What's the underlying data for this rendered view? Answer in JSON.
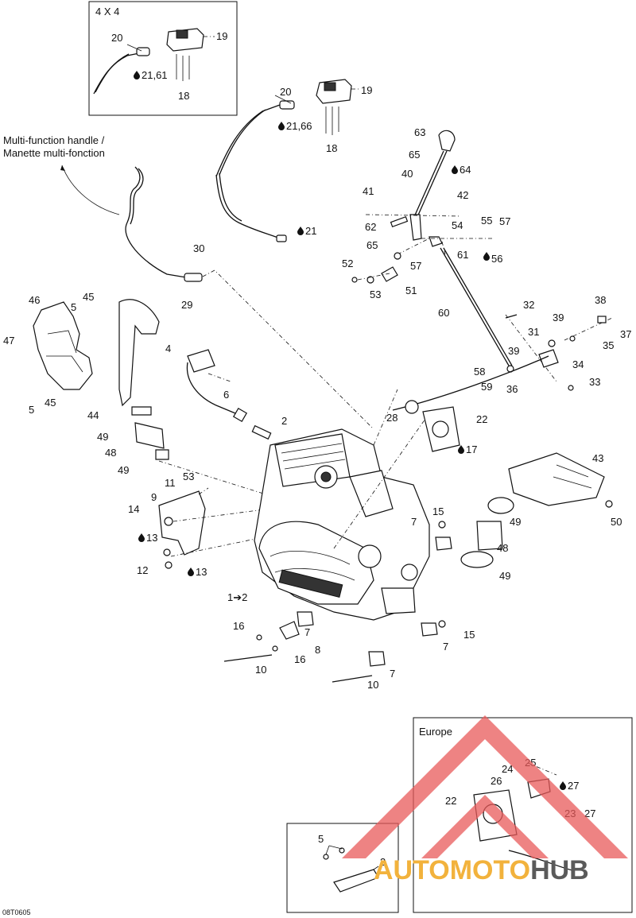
{
  "inset_4x4": {
    "title": "4 X 4",
    "labels": [
      "20",
      "19",
      "21,61",
      "18"
    ]
  },
  "handle_note": {
    "line1": "Multi-function handle /",
    "line2": "Manette multi-fonction"
  },
  "inset_europe": {
    "title": "Europe",
    "labels": [
      "24",
      "25",
      "26",
      "27",
      "22",
      "23",
      "27"
    ]
  },
  "inset_small": {
    "labels": [
      "5",
      "3"
    ]
  },
  "figure_code": "08T0605",
  "callouts": {
    "c20": "20",
    "c19": "19",
    "c21_66": "21,66",
    "c18": "18",
    "c21": "21",
    "c63": "63",
    "c65a": "65",
    "c64": "64",
    "c40": "40",
    "c41": "41",
    "c42": "42",
    "c62": "62",
    "c54": "54",
    "c55": "55",
    "c57a": "57",
    "c65b": "65",
    "c57b": "57",
    "c61": "61",
    "c56": "56",
    "c52": "52",
    "c51": "51",
    "c53a": "53",
    "c60": "60",
    "c32": "32",
    "c38": "38",
    "c39a": "39",
    "c37": "37",
    "c31": "31",
    "c35": "35",
    "c39b": "39",
    "c34": "34",
    "c58": "58",
    "c59": "59",
    "c36": "36",
    "c33": "33",
    "c30": "30",
    "c29": "29",
    "c46": "46",
    "c5a": "5",
    "c45a": "45",
    "c47": "47",
    "c5b": "5",
    "c45b": "45",
    "c4": "4",
    "c6": "6",
    "c44": "44",
    "c49a": "49",
    "c48a": "48",
    "c49b": "49",
    "c2": "2",
    "c28": "28",
    "c22": "22",
    "c17": "17",
    "c43": "43",
    "c11": "11",
    "c53b": "53",
    "c9": "9",
    "c14": "14",
    "c13a": "13",
    "c12": "12",
    "c13b": "13",
    "c15a": "15",
    "c7a": "7",
    "c49c": "49",
    "c50": "50",
    "c48b": "48",
    "c49d": "49",
    "c1to2": "1➔2",
    "c16a": "16",
    "c7b": "7",
    "c8": "8",
    "c15b": "15",
    "c16b": "16",
    "c7c": "7",
    "c10a": "10",
    "c7d": "7",
    "c10b": "10"
  },
  "watermark": {
    "part1": "AUTOMOTO",
    "part2": "HUB"
  },
  "colors": {
    "ink": "#111111",
    "watermark_red": "#e85a5a",
    "watermark_orange": "#f2b23c",
    "watermark_gray": "#5a5a5a"
  },
  "icons": {
    "oil_drop": "oil-drop-icon"
  }
}
